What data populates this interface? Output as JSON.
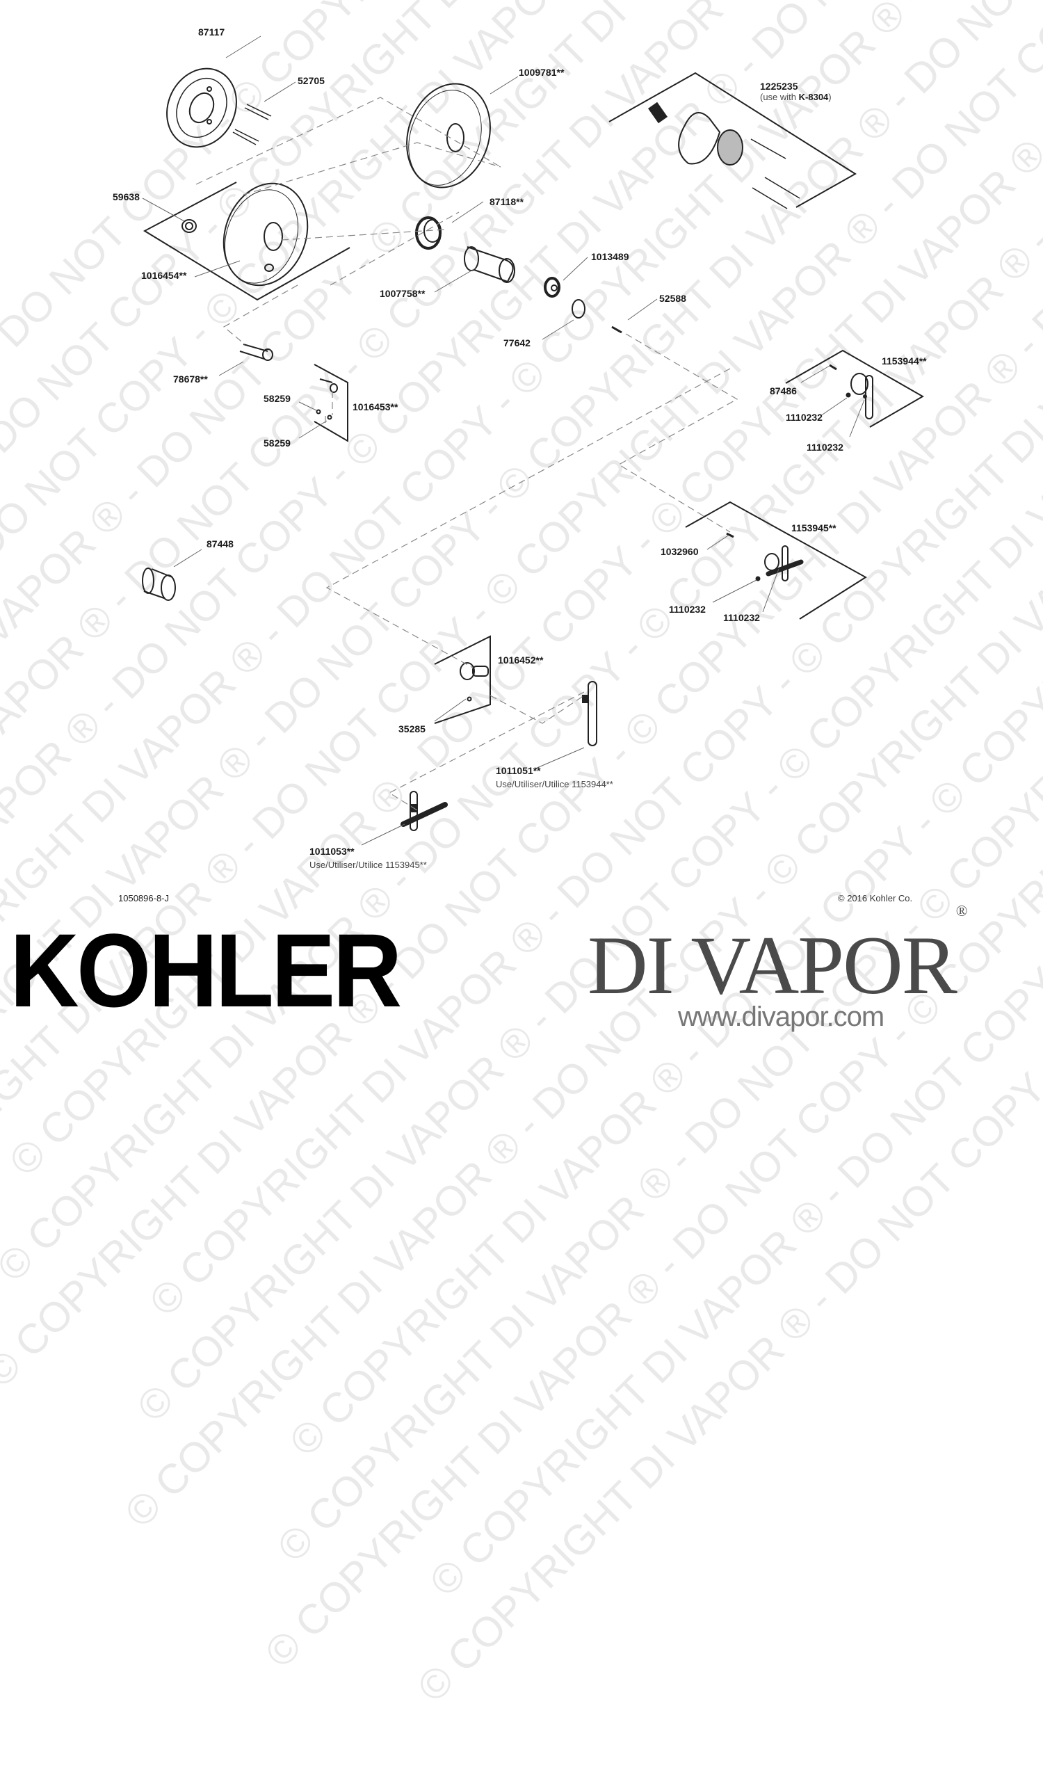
{
  "diagram": {
    "type": "exploded-parts-diagram",
    "manufacturer": "KOHLER",
    "document_id": "1050896-8-J",
    "copyright": "© 2016 Kohler Co.",
    "parts": [
      {
        "id": "87117",
        "label": "87117"
      },
      {
        "id": "52705",
        "label": "52705"
      },
      {
        "id": "1009781",
        "label": "1009781**"
      },
      {
        "id": "1225235",
        "label": "1225235",
        "note_prefix": "(use with ",
        "note_bold": "K-8304",
        "note_suffix": ")"
      },
      {
        "id": "59638",
        "label": "59638"
      },
      {
        "id": "1016454",
        "label": "1016454**"
      },
      {
        "id": "87118",
        "label": "87118**"
      },
      {
        "id": "1007758",
        "label": "1007758**"
      },
      {
        "id": "1013489",
        "label": "1013489"
      },
      {
        "id": "52588",
        "label": "52588"
      },
      {
        "id": "77642",
        "label": "77642"
      },
      {
        "id": "78678",
        "label": "78678**"
      },
      {
        "id": "58259a",
        "label": "58259"
      },
      {
        "id": "58259b",
        "label": "58259"
      },
      {
        "id": "1016453",
        "label": "1016453**"
      },
      {
        "id": "1153944",
        "label": "1153944**"
      },
      {
        "id": "87486",
        "label": "87486"
      },
      {
        "id": "1110232a",
        "label": "1110232"
      },
      {
        "id": "1110232b",
        "label": "1110232"
      },
      {
        "id": "87448",
        "label": "87448"
      },
      {
        "id": "1153945",
        "label": "1153945**"
      },
      {
        "id": "1032960",
        "label": "1032960"
      },
      {
        "id": "1110232c",
        "label": "1110232"
      },
      {
        "id": "1110232d",
        "label": "1110232"
      },
      {
        "id": "1016452",
        "label": "1016452**"
      },
      {
        "id": "35285",
        "label": "35285"
      },
      {
        "id": "1011051",
        "label": "1011051**",
        "note": "Use/Utiliser/Utilice 1153944**"
      },
      {
        "id": "1011053",
        "label": "1011053**",
        "note": "Use/Utiliser/Utilice 1153945**"
      }
    ]
  },
  "branding": {
    "kohler_logo": "KOHLER",
    "divapor_logo": "DI VAPOR",
    "divapor_registered": "®",
    "divapor_url": "www.divapor.com",
    "watermark": "© COPYRIGHT DI VAPOR ® - DO NOT COPY - "
  },
  "colors": {
    "line": "#222222",
    "label": "#1a1a1a",
    "dashed": "#888888",
    "logo_gray": "#4a4a4a"
  }
}
